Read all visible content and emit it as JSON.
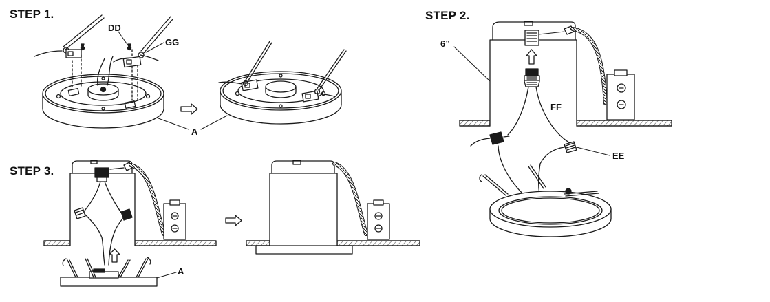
{
  "steps": [
    {
      "title": "STEP 1."
    },
    {
      "title": "STEP 2."
    },
    {
      "title": "STEP 3."
    }
  ],
  "callouts": {
    "dd": "DD",
    "gg": "GG",
    "a": "A",
    "ff": "FF",
    "ee": "EE",
    "six_inch": "6”"
  },
  "icons": [
    "arrow-right-icon",
    "arrow-up-icon"
  ],
  "colors": {
    "line": "#1a1a1a",
    "hatch": "#555555",
    "background": "#ffffff"
  }
}
